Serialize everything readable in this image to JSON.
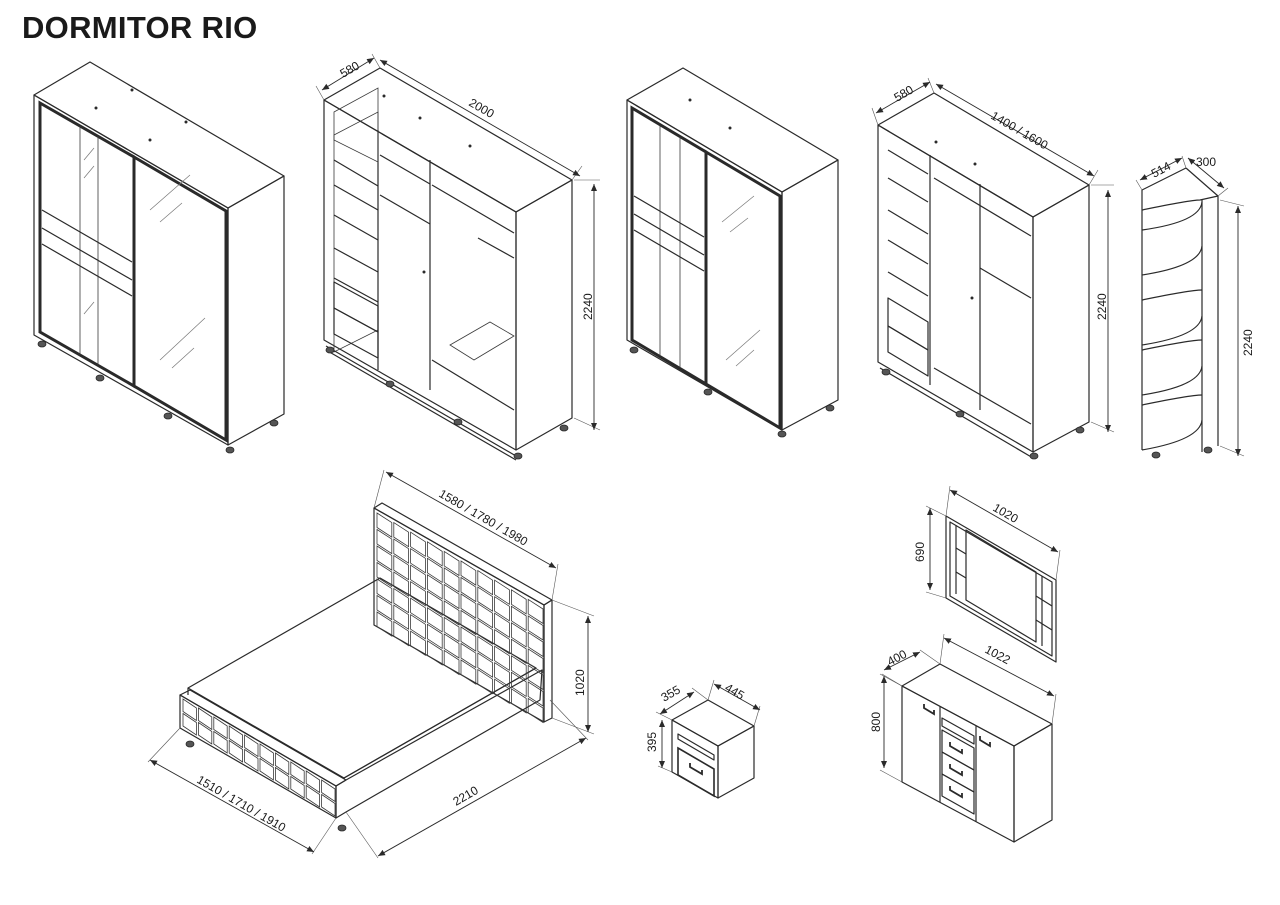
{
  "title": "DORMITOR RIO",
  "wardrobe_large": {
    "depth": "580",
    "width": "2000",
    "height": "2240"
  },
  "wardrobe_small": {
    "depth": "580",
    "width": "1400 / 1600",
    "height": "2240"
  },
  "corner_shelf": {
    "width": "514",
    "depth": "300",
    "height": "2240"
  },
  "bed": {
    "headboard_width": "1580 / 1780 / 1980",
    "headboard_height": "1020",
    "length": "2210",
    "width": "1510 / 1710 / 1910"
  },
  "nightstand": {
    "depth": "355",
    "width": "445",
    "height": "395"
  },
  "mirror": {
    "width": "1020",
    "height": "690"
  },
  "dresser": {
    "depth": "400",
    "width": "1022",
    "height": "800"
  },
  "colors": {
    "line": "#2a2a2a",
    "background": "#ffffff"
  }
}
